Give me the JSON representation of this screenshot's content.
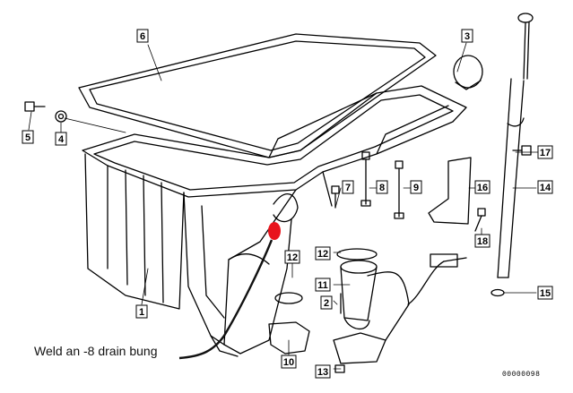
{
  "annotation": {
    "text": "Weld an -8 drain bung"
  },
  "diagram_id": "00000098",
  "callouts": [
    "1",
    "2",
    "3",
    "4",
    "5",
    "6",
    "7",
    "8",
    "9",
    "10",
    "11",
    "12",
    "13",
    "14",
    "15",
    "16",
    "17",
    "18"
  ],
  "colors": {
    "line": "#000000",
    "drain_marker": "#e8141c",
    "background": "#ffffff"
  }
}
